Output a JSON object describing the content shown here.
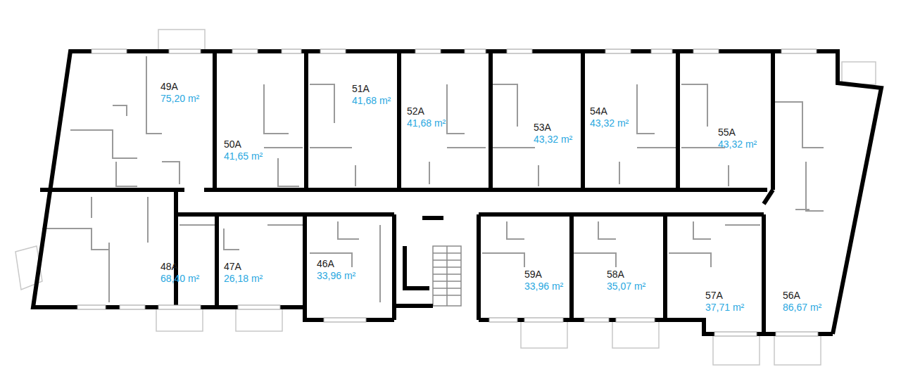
{
  "diagram": {
    "nodes": [
      {
        "text": [
          "49A",
          "75,20 m²"
        ]
      },
      {
        "text": [
          "50A",
          "41,65 m²"
        ]
      },
      {
        "text": [
          "51A",
          "41,68 m²"
        ]
      },
      {
        "text": [
          "52A",
          "41,68 m²"
        ]
      },
      {
        "text": [
          "53A",
          "43,32 m²"
        ]
      },
      {
        "text": [
          "54A",
          "43,32 m²"
        ]
      },
      {
        "text": [
          "55A",
          "43,32 m²"
        ]
      },
      {
        "text": [
          "48A",
          "68,40 m²"
        ]
      },
      {
        "text": [
          "47A",
          "26,18 m²"
        ]
      },
      {
        "text": [
          "46A",
          "33,96 m²"
        ]
      },
      {
        "text": [
          "59A",
          "33,96 m²"
        ]
      },
      {
        "text": [
          "58A",
          "35,07 m²"
        ]
      },
      {
        "text": [
          "57A",
          "37,71 m²"
        ]
      },
      {
        "text": [
          "56A",
          "86,67 m²"
        ]
      }
    ]
  }
}
